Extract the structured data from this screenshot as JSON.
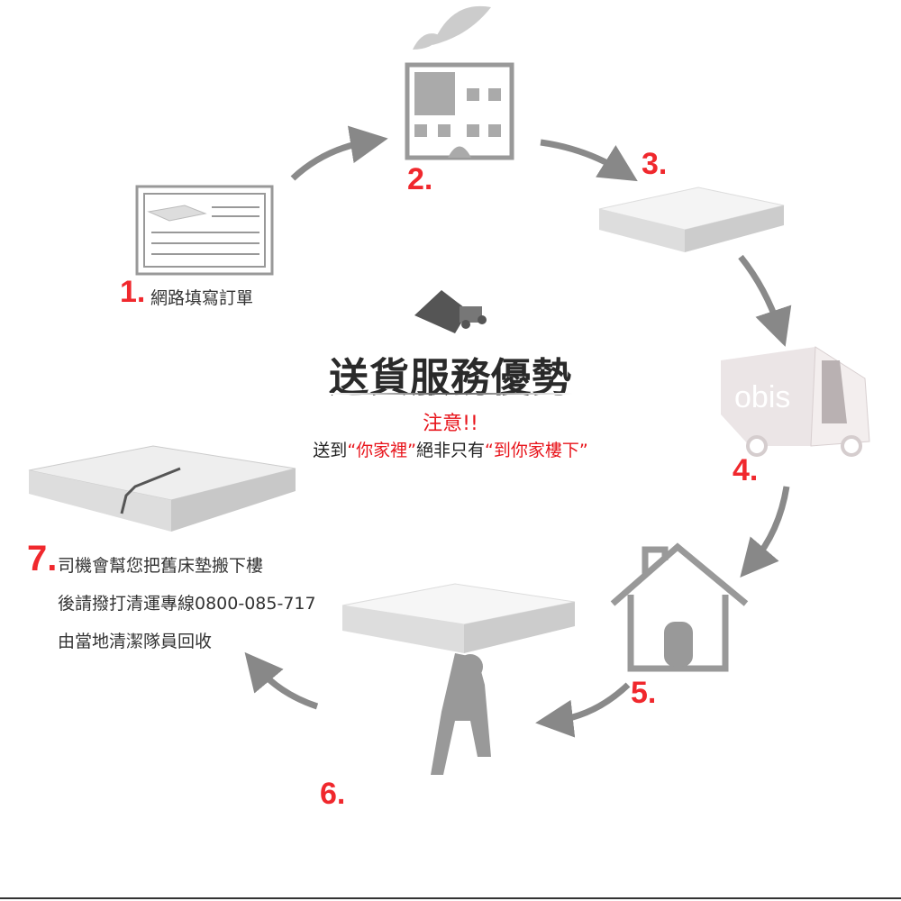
{
  "title": "送貨服務優勢",
  "notice": "注意!!",
  "subline": {
    "p1": "送到",
    "q1": "“你家裡”",
    "p2": "絕非只有",
    "q2": "“到你家樓下”"
  },
  "steps": [
    {
      "num": "1.",
      "text": "網路填寫訂單"
    },
    {
      "num": "2."
    },
    {
      "num": "3."
    },
    {
      "num": "4.",
      "logo": "obis"
    },
    {
      "num": "5."
    },
    {
      "num": "6."
    },
    {
      "num": "7.",
      "lines": [
        "司機會幫您把舊床墊搬下樓",
        "後請撥打清運專線0800-085-717",
        "由當地清潔隊員回收"
      ]
    }
  ],
  "colors": {
    "accent": "#f0282d",
    "icon": "#999999"
  }
}
